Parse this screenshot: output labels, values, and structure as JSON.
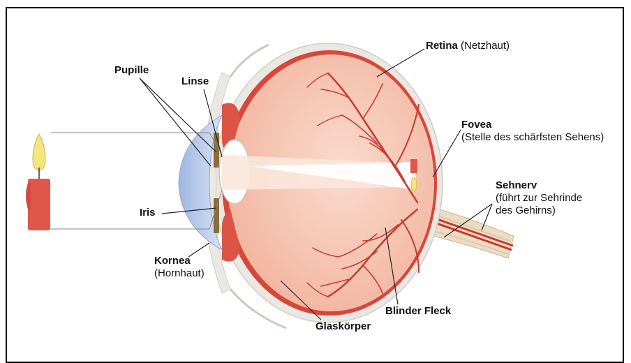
{
  "labels": {
    "retina": {
      "name": "Retina",
      "note": "(Netzhaut)"
    },
    "pupille": {
      "name": "Pupille"
    },
    "linse": {
      "name": "Linse"
    },
    "fovea": {
      "name": "Fovea",
      "note": "(Stelle des schärfsten Sehens)"
    },
    "sehnerv": {
      "name": "Sehnerv",
      "note1": "(führt zur Sehrinde",
      "note2": "des Gehirns)"
    },
    "iris": {
      "name": "Iris"
    },
    "kornea": {
      "name": "Kornea",
      "note": "(Hornhaut)"
    },
    "blinder_fleck": {
      "name": "Blinder Fleck"
    },
    "glaskoerper": {
      "name": "Glaskörper"
    }
  },
  "colors": {
    "sclera": "#ebe7e2",
    "choroid": "#d7473a",
    "vitreous": "#f6c5b4",
    "vessel": "#c8392f",
    "cornea": "#b9cce8",
    "nerve": "#e8d9c0",
    "candle": "#e0574a",
    "flame": "#f5e57a"
  }
}
